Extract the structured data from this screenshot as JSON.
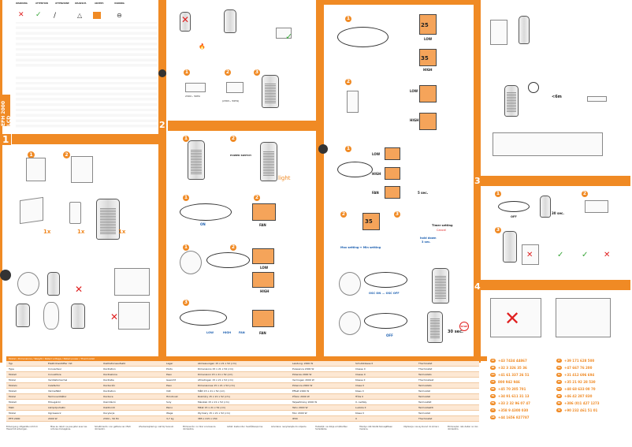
{
  "model": "EFH 2000 LCD",
  "sections": {
    "s1": "1",
    "s2": "2",
    "s3": "3",
    "s4": "4"
  },
  "steps": [
    "1",
    "2",
    "3"
  ],
  "labels": {
    "power_switch": "POWER SWITCH",
    "light": "light",
    "on": "ON",
    "fan": "FAN",
    "low": "LOW",
    "high": "HIGH",
    "sec5": "5 sec.",
    "timer_setting": "Timer setting",
    "cancel": "Cancel",
    "hold_down": "hold down",
    "sec3": "3 sec.",
    "max_min": "Max setting  ↔  Min setting",
    "osc": "OSC ON ... OSC OFF",
    "off": "OFF",
    "sec30": "30 sec.",
    "dist": "<6m",
    "qty": "1x",
    "seq_low": "LOW",
    "seq_high": "HIGH",
    "seq_fan": "FAN",
    "power_volts": "230V~ 50Hz",
    "power_range": "(230V~ 50Hz)",
    "stop": "STOP"
  },
  "lcd_values": {
    "temp_a": "25",
    "temp_b": "35",
    "timer": "35"
  },
  "phones_left": [
    {
      "code": "AT",
      "num": "+43 7434 44867"
    },
    {
      "code": "BE",
      "num": "+32 3 326 35 36"
    },
    {
      "code": "CH",
      "num": "+41 61 337 26 51"
    },
    {
      "code": "CZ",
      "num": "800 942 946"
    },
    {
      "code": "DK",
      "num": "+45 70 205 701"
    },
    {
      "code": "ES",
      "num": "+34 91 611 31 13"
    },
    {
      "code": "FR",
      "num": "+33 2 32 96 07 47"
    },
    {
      "code": "FI",
      "num": "+358 9 4300 030"
    },
    {
      "code": "GB",
      "num": "+44 1656 827787"
    }
  ],
  "phones_right": [
    {
      "code": "IT",
      "num": "+39 171 628 500"
    },
    {
      "code": "NL",
      "num": "+47 667 76 200"
    },
    {
      "code": "PL",
      "num": "+31 412 696 694"
    },
    {
      "code": "PT",
      "num": "+35 21 92 28 530"
    },
    {
      "code": "RU",
      "num": "+48 68 633 00 70"
    },
    {
      "code": "SE",
      "num": "+46 42 287 830"
    },
    {
      "code": "SK",
      "num": "+386 (0)1 427 1273"
    },
    {
      "code": "SI",
      "num": "+90 232 461 51 01"
    }
  ],
  "table": {
    "header": "Model / Dimensions / Weight / Rated voltage / Rated power / Thermostat",
    "rows": [
      [
        "Typ",
        "Elektroheizlüfter mit",
        "Oszillationsaufsatz",
        "Lager",
        "Abmessungen 15 x 21 x 52 (cm)",
        "Leistung: 2000 W",
        "Schutzklasse II",
        "Thermostat"
      ],
      [
        "Type",
        "Convecteur",
        "Oscillation",
        "Poids",
        "Dimensions 15 x 21 x 52 (cm)",
        "Puissance 2000 W",
        "Classe II",
        "Thermostat"
      ],
      [
        "Modell",
        "Convettore",
        "Oscillazione",
        "Peso",
        "Dimensioni 15 x 21 x 52 (cm)",
        "Potenza 2000 W",
        "Classe II",
        "Termostato"
      ],
      [
        "Model",
        "Ventilatorkachel",
        "Oscillatie",
        "Gewicht",
        "Afmetingen 15 x 21 x 52 (cm)",
        "Vermogen 2000 W",
        "Klasse II",
        "Thermostaat"
      ],
      [
        "Modelo",
        "Calefactor",
        "Oscilación",
        "Peso",
        "Dimensiones 15 x 21 x 52 (cm)",
        "Potencia 2000 W",
        "Clase II",
        "Termostato"
      ],
      [
        "Modell",
        "Värmefläkt",
        "Oscillation",
        "Vikt",
        "Mått 15 x 21 x 52 (cm)",
        "Effekt 2000 W",
        "Klass II",
        "Termostat"
      ],
      [
        "Model",
        "Termoventilátor",
        "Oscilace",
        "Hmotnost",
        "Rozměry 15 x 21 x 52 (cm)",
        "Příkon 2000 W",
        "Třída II",
        "Termostat"
      ],
      [
        "Modell",
        "Hősugárzó",
        "Oszcilláció",
        "Súly",
        "Méretek 15 x 21 x 52 (cm)",
        "Teljesítmény 2000 W",
        "II. osztály",
        "Termosztát"
      ],
      [
        "Malli",
        "Lämpöpuhallin",
        "Oskillointi",
        "Paino",
        "Mitat 15 x 21 x 52 (cm)",
        "Teho 2000 W",
        "Luokka II",
        "Termostaatti"
      ],
      [
        "Model",
        "Ogrzewacz",
        "Oscylacja",
        "Waga",
        "Wymiary 15 x 21 x 52 (cm)",
        "Moc 2000 W",
        "Klasa II",
        "Termostat"
      ],
      [
        "EFH 2000",
        "2000 W",
        "230V~ 50 Hz",
        "3,7 kg",
        "385 x 215 x 150",
        "IPX0",
        "II",
        "Thermostat"
      ]
    ]
  },
  "footer_notes": [
    "Entsorgung: Altgeräte nicht im Hausmüll entsorgen.",
    "Mise au rebut: ne pas jeter avec les ordures ménagères.",
    "Smaltimento: non gettare nei rifiuti domestici.",
    "Afvalverwijdering: niet bij huisvuil.",
    "Eliminación: no tirar a la basura doméstica.",
    "Avfall: kasta inte i hushållssoporna.",
    "Likvidace: nevyhazujte do odpadu.",
    "Hulladék: ne dobja a háztartási hulladékba.",
    "Hävitys: älä hävitä talousjätteen mukana.",
    "Utylizacja: nie wyrzucać do śmieci.",
    "Eliminação: não deitar no lixo doméstico."
  ]
}
